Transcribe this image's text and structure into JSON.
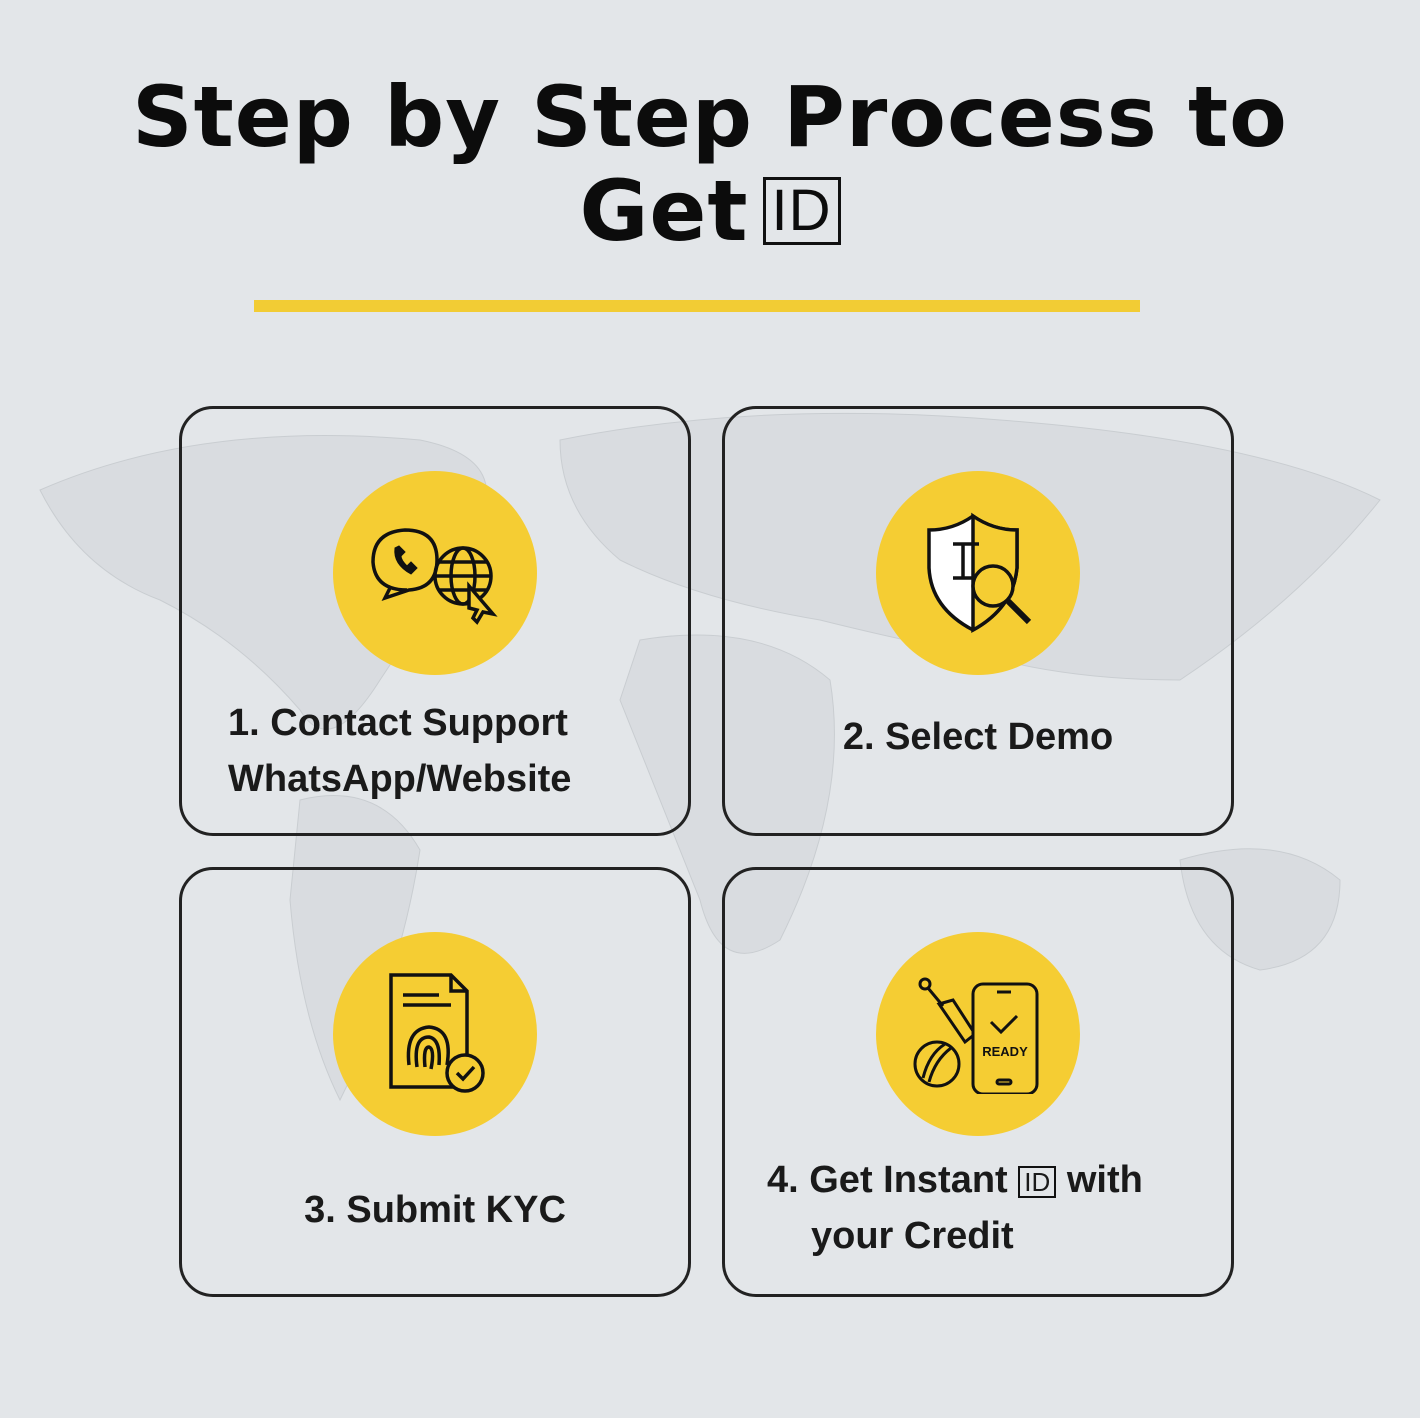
{
  "title": {
    "line1": "Step by Step Process to",
    "line2": "Get",
    "id_badge": "ID"
  },
  "accent_color": "#f2cc34",
  "steps": [
    {
      "line1": "1. Contact Support",
      "line2": "WhatsApp/Website",
      "icon": "whatsapp-globe-icon"
    },
    {
      "line1": "2. Select Demo",
      "icon": "shield-search-icon"
    },
    {
      "line1": "3. Submit KYC",
      "icon": "fingerprint-document-icon"
    },
    {
      "line1a": "4. Get Instant",
      "id_badge": "ID",
      "line1b": "with",
      "line2": "your Credit",
      "icon": "cricket-phone-icon",
      "icon_text": "READY"
    }
  ]
}
